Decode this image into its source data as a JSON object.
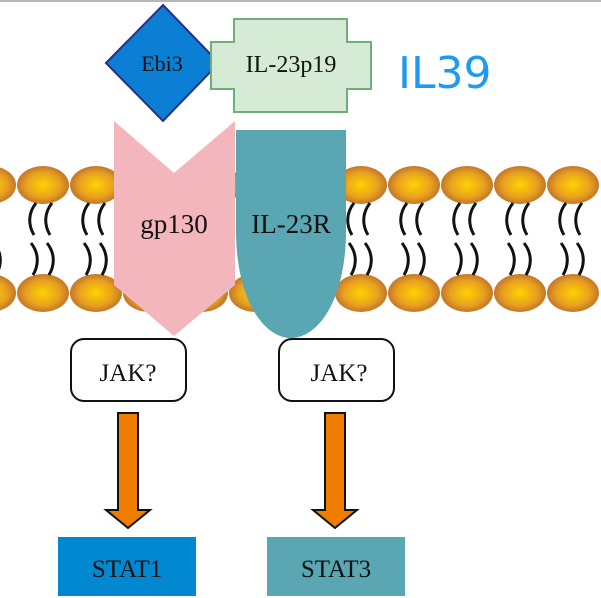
{
  "title": "IL39",
  "ligands": {
    "ebi3": "Ebi3",
    "il23p19": "IL-23p19"
  },
  "receptors": {
    "gp130": "gp130",
    "il23r": "IL-23R"
  },
  "kinases": {
    "left": "JAK?",
    "right": "JAK?"
  },
  "transcription_factors": {
    "left": "STAT1",
    "right": "STAT3"
  },
  "colors": {
    "title": "#1e9bf0",
    "ebi3": "#0b7fd4",
    "ebi3_border": "#2a2e8a",
    "il23p19_fill": "#d5ebd5",
    "il23p19_border": "#6fae7a",
    "gp130": "#f4b6bd",
    "il23r": "#5aa6b2",
    "arrow": "#ef7d00",
    "stat1": "#0288d1",
    "stat3": "#5aa6b2",
    "lipid_head": "#f0b000",
    "lipid_edge": "#c06a20"
  }
}
